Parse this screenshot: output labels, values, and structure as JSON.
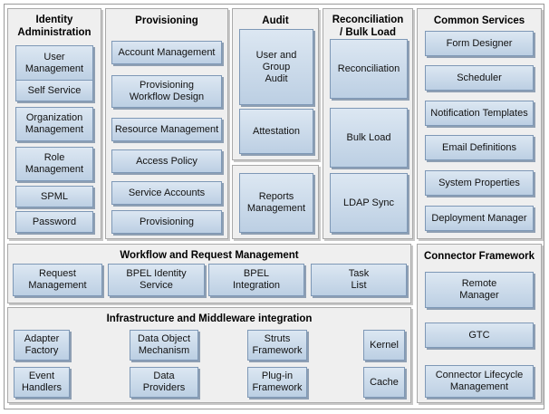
{
  "identity_administration": {
    "title": "Identity\nAdministration",
    "items": [
      "User\nManagement",
      "Self Service",
      "Organization\nManagement",
      "Role\nManagement",
      "SPML",
      "Password"
    ]
  },
  "provisioning": {
    "title": "Provisioning",
    "items": [
      "Account Management",
      "Provisioning\nWorkflow Design",
      "Resource Management",
      "Access Policy",
      "Service Accounts",
      "Provisioning"
    ]
  },
  "audit": {
    "title": "Audit",
    "items": [
      "User and\nGroup\nAudit",
      "Attestation",
      "Reports\nManagement"
    ]
  },
  "reconciliation": {
    "title": "Reconciliation\n/ Bulk Load",
    "items": [
      "Reconciliation",
      "Bulk Load",
      "LDAP Sync"
    ]
  },
  "common_services": {
    "title": "Common Services",
    "items": [
      "Form Designer",
      "Scheduler",
      "Notification Templates",
      "Email Definitions",
      "System Properties",
      "Deployment Manager"
    ]
  },
  "workflow": {
    "title": "Workflow and Request Management",
    "items": [
      "Request\nManagement",
      "BPEL Identity\nService",
      "BPEL\nIntegration",
      "Task\nList"
    ]
  },
  "infrastructure": {
    "title": "Infrastructure and Middleware integration",
    "items": [
      "Adapter\nFactory",
      "Data Object\nMechanism",
      "Struts\nFramework",
      "Kernel",
      "Event\nHandlers",
      "Data\nProviders",
      "Plug-in\nFramework",
      "Cache"
    ]
  },
  "connector_framework": {
    "title": "Connector Framework",
    "items": [
      "Remote\nManager",
      "GTC",
      "Connector Lifecycle\nManagement"
    ]
  }
}
